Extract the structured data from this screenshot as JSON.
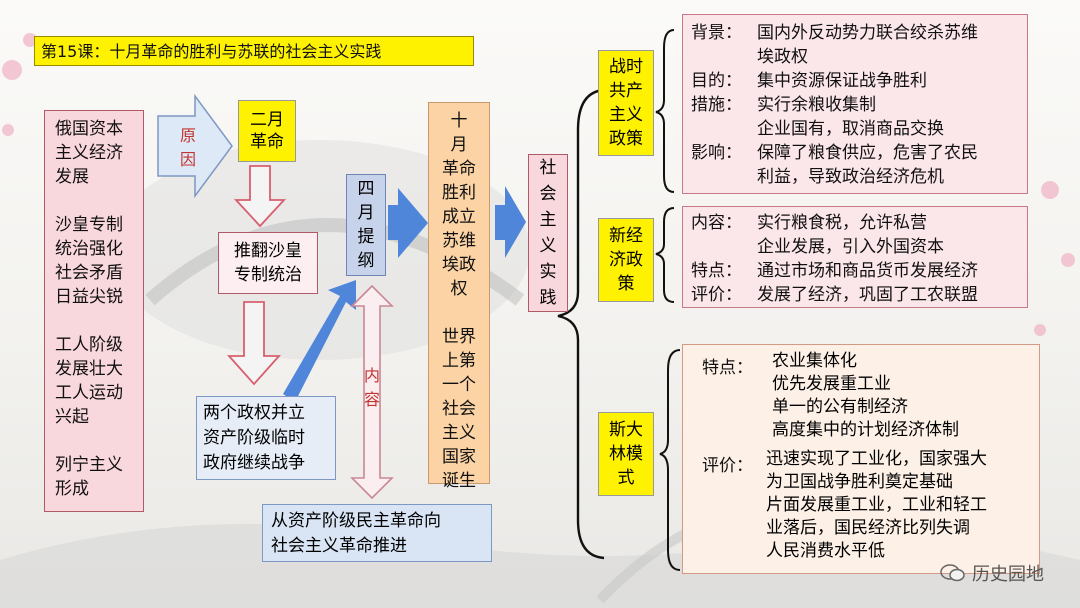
{
  "title": "第15课：十月革命的胜利与苏联的社会主义实践",
  "left_causes": [
    "俄国资本",
    "主义经济",
    "发展",
    "",
    "沙皇专制",
    "统治强化",
    "社会矛盾",
    "日益尖锐",
    "",
    "工人阶级",
    "发展壮大",
    "工人运动",
    "兴起",
    "",
    "列宁主义",
    "形成"
  ],
  "cause_label": "原因",
  "feb_revolution": "二月革命",
  "overthrow": "推翻沙皇专制统治",
  "dual_power": [
    "两个政权并立",
    "资产阶级临时",
    "政府继续战争"
  ],
  "april_theses": "四月提纲",
  "content_label": "内容",
  "transition": [
    "从资产阶级民主革命向",
    "社会主义革命推进"
  ],
  "october": [
    "十",
    "月",
    "革命",
    "胜利",
    "成立",
    "苏维",
    "埃政",
    "权",
    "",
    "世界",
    "上第",
    "一个",
    "社会",
    "主义",
    "国家",
    "诞生"
  ],
  "socialist_practice": "社会主义实践",
  "war_communism": {
    "label": "战时共产主义政策",
    "lines": [
      {
        "k": "背景：",
        "v": "国内外反动势力联合绞杀苏维"
      },
      {
        "k": "",
        "v": "埃政权"
      },
      {
        "k": "目的：",
        "v": "集中资源保证战争胜利"
      },
      {
        "k": "措施：",
        "v": "实行余粮收集制"
      },
      {
        "k": "",
        "v": "企业国有，取消商品交换"
      },
      {
        "k": "影响：",
        "v": "保障了粮食供应，危害了农民"
      },
      {
        "k": "",
        "v": "利益，导致政治经济危机"
      }
    ]
  },
  "nep": {
    "label": "新经济政策",
    "lines": [
      {
        "k": "内容：",
        "v": "实行粮食税，允许私营"
      },
      {
        "k": "",
        "v": "企业发展，引入外国资本"
      },
      {
        "k": "特点：",
        "v": "通过市场和商品货币发展经济"
      },
      {
        "k": "评价：",
        "v": "发展了经济，巩固了工农联盟"
      }
    ]
  },
  "stalin": {
    "label": "斯大林模式",
    "features_label": "特点：",
    "features": [
      "农业集体化",
      "优先发展重工业",
      "单一的公有制经济",
      "高度集中的计划经济体制"
    ],
    "evaluation_label": "评价：",
    "evaluation": [
      "迅速实现了工业化，国家强大",
      "为卫国战争胜利奠定基础",
      "片面发展重工业，工业和轻工",
      "业落后，国民经济比列失调",
      "人民消费水平低"
    ]
  },
  "watermark": "历史园地",
  "colors": {
    "title": "#fff200",
    "pink": "#f8d7dd",
    "peach": "#fbd3a5",
    "blue_arrow": "#4f86d9",
    "light_arrow": "#dde9f7"
  }
}
